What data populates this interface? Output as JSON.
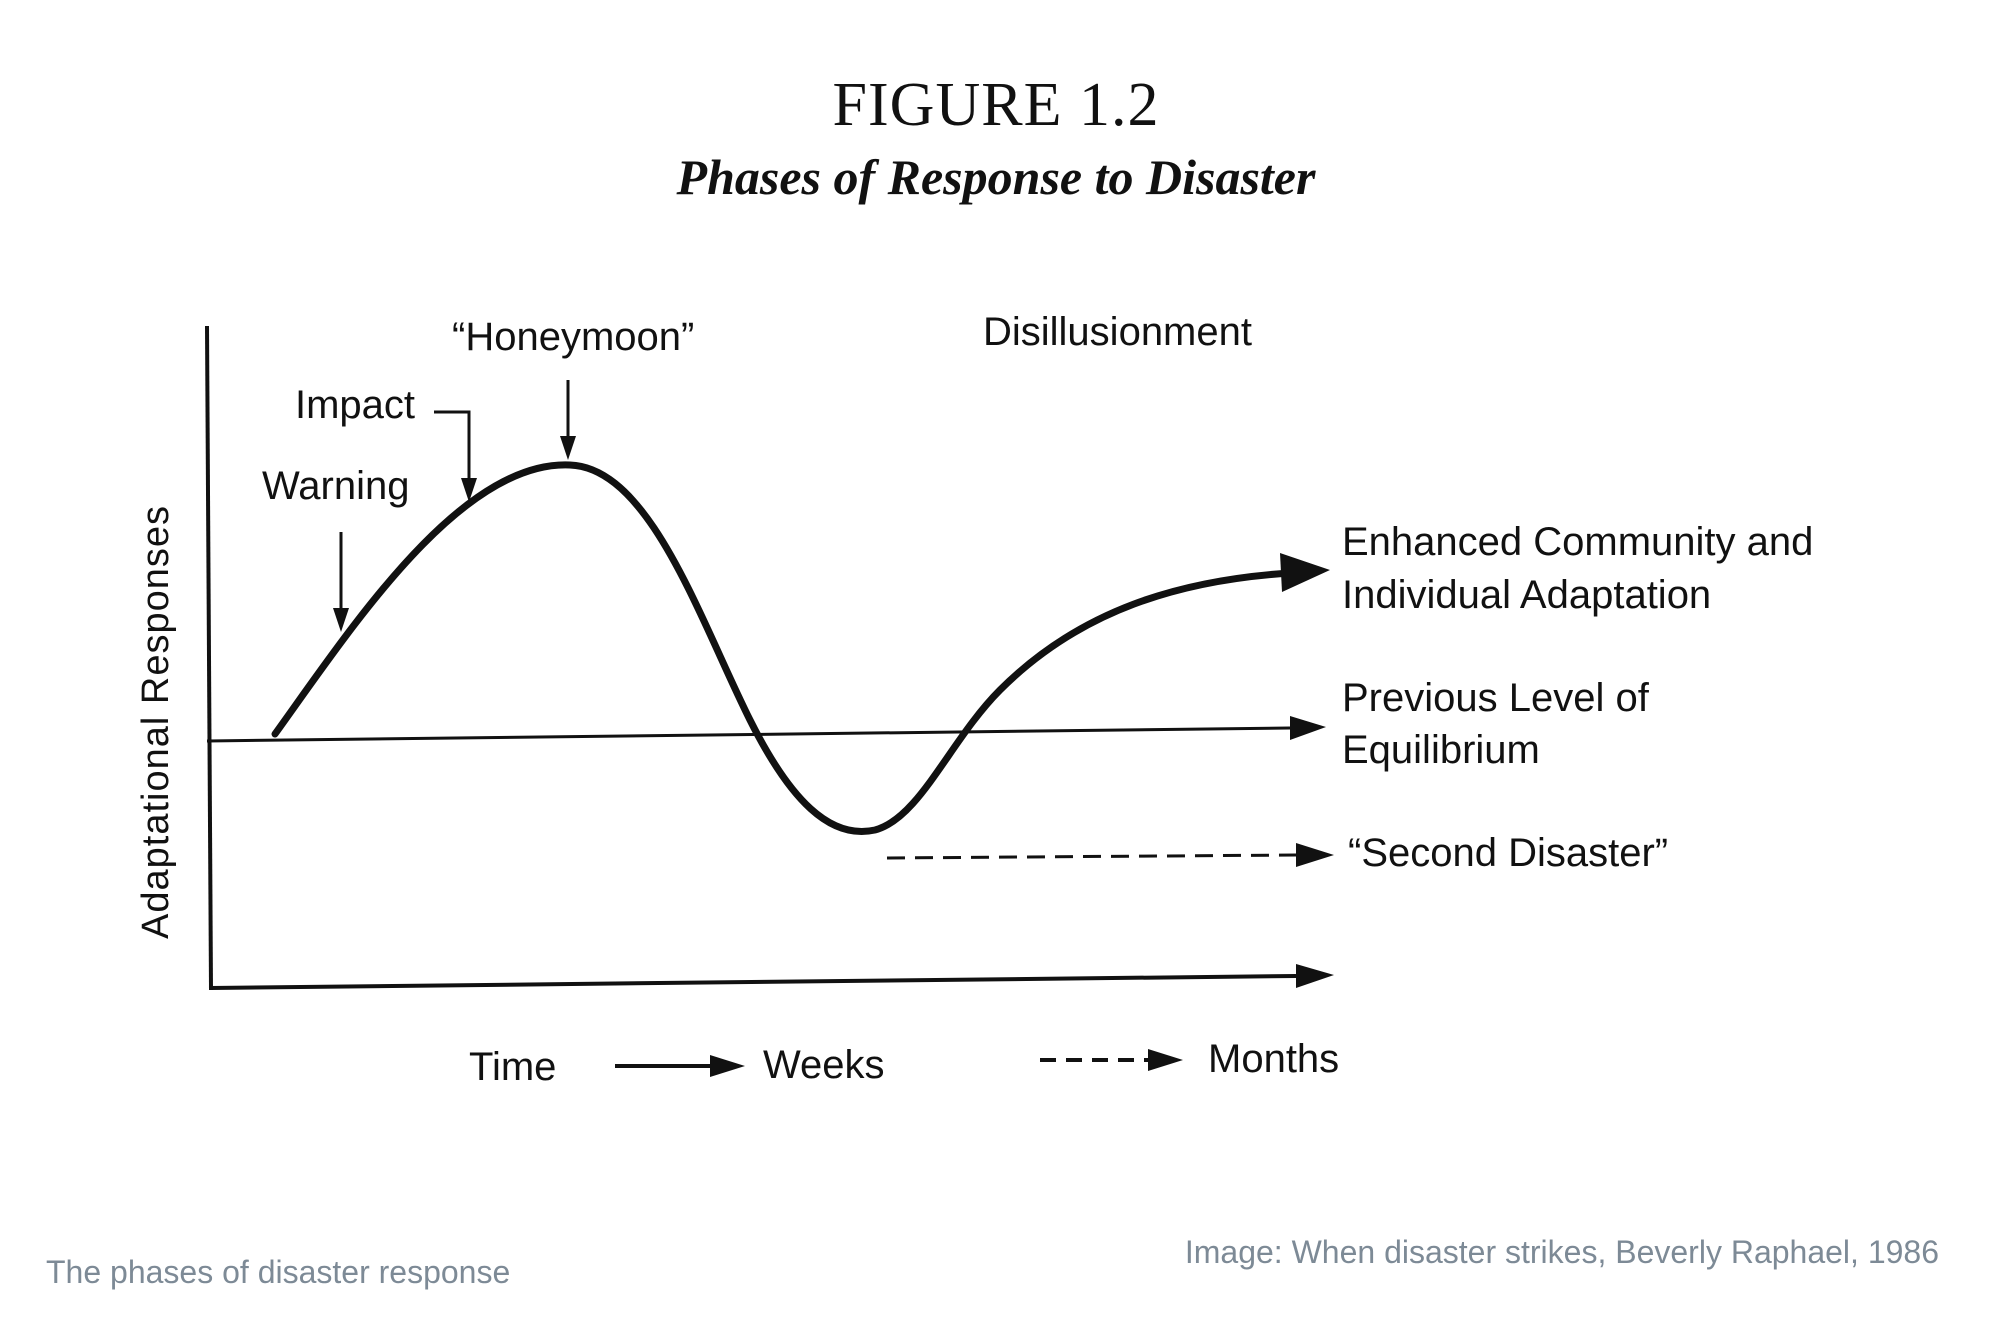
{
  "figure": {
    "title": "FIGURE 1.2",
    "subtitle": "Phases of Response to Disaster"
  },
  "diagram": {
    "y_axis_label": "Adaptational Responses",
    "phases": {
      "warning": "Warning",
      "impact": "Impact",
      "honeymoon": "“Honeymoon”",
      "disillusionment": "Disillusionment"
    },
    "outcomes": {
      "enhanced_line1": "Enhanced Community and",
      "enhanced_line2": "Individual Adaptation",
      "previous_line1": "Previous Level of",
      "previous_line2": "Equilibrium",
      "second_disaster": "“Second Disaster”"
    },
    "time_scale": {
      "time": "Time",
      "weeks": "Weeks",
      "months": "Months"
    }
  },
  "captions": {
    "left": "The phases of disaster response",
    "right": "Image: When disaster strikes, Beverly Raphael, 1986"
  }
}
